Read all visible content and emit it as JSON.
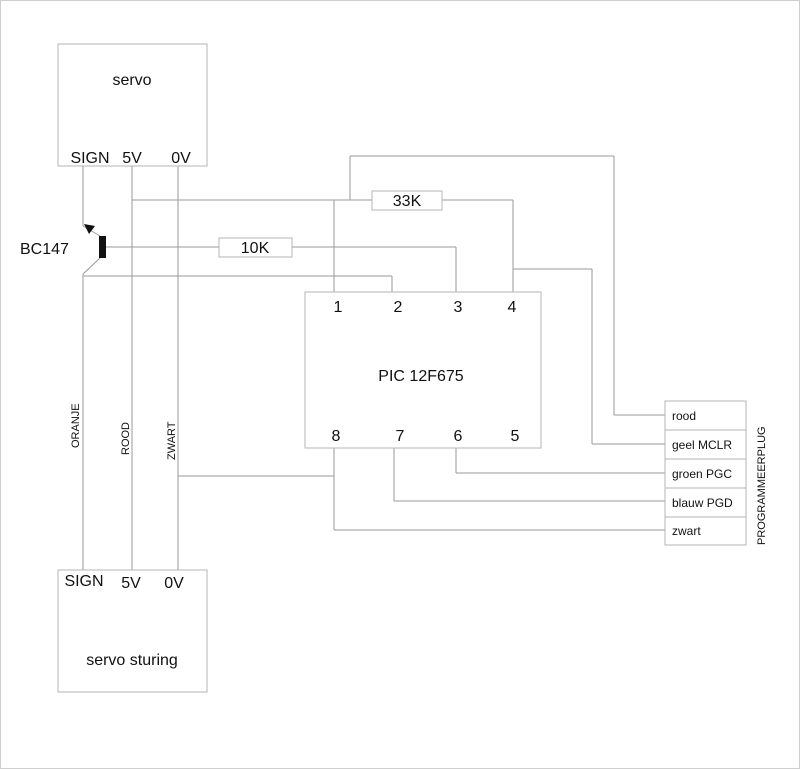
{
  "servo": {
    "title": "servo",
    "pins": [
      "SIGN",
      "5V",
      "0V"
    ]
  },
  "servo_sturing": {
    "title": "servo sturing",
    "pins": [
      "SIGN",
      "5V",
      "0V"
    ]
  },
  "transistor": {
    "label": "BC147"
  },
  "resistors": {
    "r1": "33K",
    "r2": "10K"
  },
  "pic": {
    "title": "PIC 12F675",
    "pins_top": [
      "1",
      "2",
      "3",
      "4"
    ],
    "pins_bottom": [
      "8",
      "7",
      "6",
      "5"
    ]
  },
  "wires": {
    "oranje": "ORANJE",
    "rood": "ROOD",
    "zwart": "ZWART"
  },
  "programmeerplug": {
    "title": "PROGRAMMEERPLUG",
    "rows": [
      "rood",
      "geel MCLR",
      "groen PGC",
      "blauw PGD",
      "zwart"
    ]
  },
  "colors": {
    "line": "#9a9a9a",
    "box_border": "#b4b4b4",
    "text": "#111111",
    "transistor": "#111111"
  }
}
